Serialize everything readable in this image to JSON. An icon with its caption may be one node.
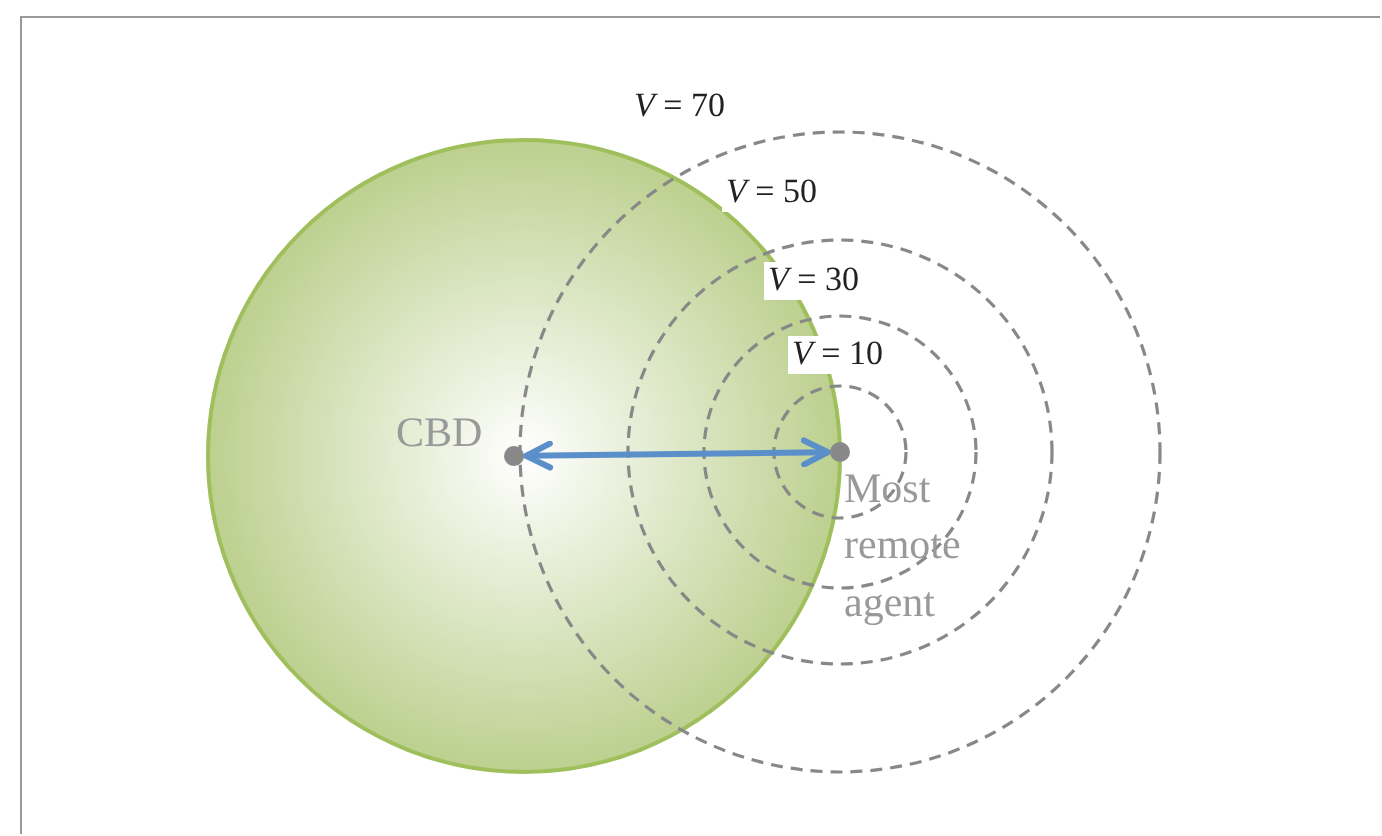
{
  "diagram": {
    "nodes": [
      {
        "text": [],
        "shape": "circle"
      },
      {
        "text": [
          "CBD"
        ],
        "in": 0
      },
      {
        "text": [
          "*V* = 70"
        ]
      },
      {
        "text": [
          "*V* = 50"
        ],
        "in": 2
      },
      {
        "text": [
          "*V* = 30"
        ],
        "in": 3
      },
      {
        "text": [
          "*V* = 10"
        ],
        "in": 4
      },
      {
        "text": [
          "Most remote agent"
        ],
        "in": 5
      }
    ],
    "edges": [
      {
        "from": 1,
        "to": 6,
        "arrow": "both",
        "color": "#5b8fc9"
      }
    ]
  }
}
